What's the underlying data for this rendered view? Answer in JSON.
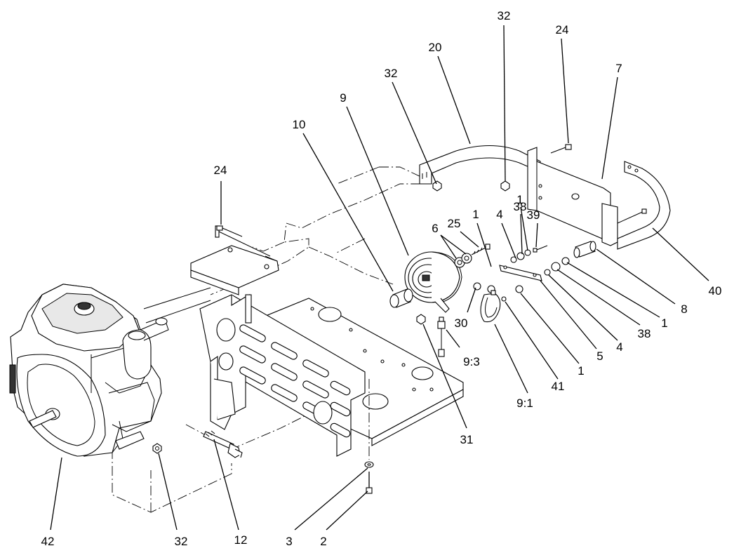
{
  "callouts": [
    {
      "id": "c42",
      "text": "42"
    },
    {
      "id": "c32a",
      "text": "32"
    },
    {
      "id": "c12",
      "text": "12"
    },
    {
      "id": "c3",
      "text": "3"
    },
    {
      "id": "c2",
      "text": "2"
    },
    {
      "id": "c24a",
      "text": "24"
    },
    {
      "id": "c10",
      "text": "10"
    },
    {
      "id": "c9",
      "text": "9"
    },
    {
      "id": "c32b",
      "text": "32"
    },
    {
      "id": "c20",
      "text": "20"
    },
    {
      "id": "c32c",
      "text": "32"
    },
    {
      "id": "c24b",
      "text": "24"
    },
    {
      "id": "c7",
      "text": "7"
    },
    {
      "id": "c6",
      "text": "6"
    },
    {
      "id": "c25",
      "text": "25"
    },
    {
      "id": "c1a",
      "text": "1"
    },
    {
      "id": "c4a",
      "text": "4"
    },
    {
      "id": "c38a",
      "text": "38"
    },
    {
      "id": "c1b",
      "text": "1"
    },
    {
      "id": "c39",
      "text": "39"
    },
    {
      "id": "c40",
      "text": "40"
    },
    {
      "id": "c8",
      "text": "8"
    },
    {
      "id": "c1c",
      "text": "1"
    },
    {
      "id": "c38b",
      "text": "38"
    },
    {
      "id": "c4b",
      "text": "4"
    },
    {
      "id": "c5",
      "text": "5"
    },
    {
      "id": "c1d",
      "text": "1"
    },
    {
      "id": "c41",
      "text": "41"
    },
    {
      "id": "c91",
      "text": "9:1"
    },
    {
      "id": "c30",
      "text": "30"
    },
    {
      "id": "c93",
      "text": "9:3"
    },
    {
      "id": "c31",
      "text": "31"
    }
  ]
}
